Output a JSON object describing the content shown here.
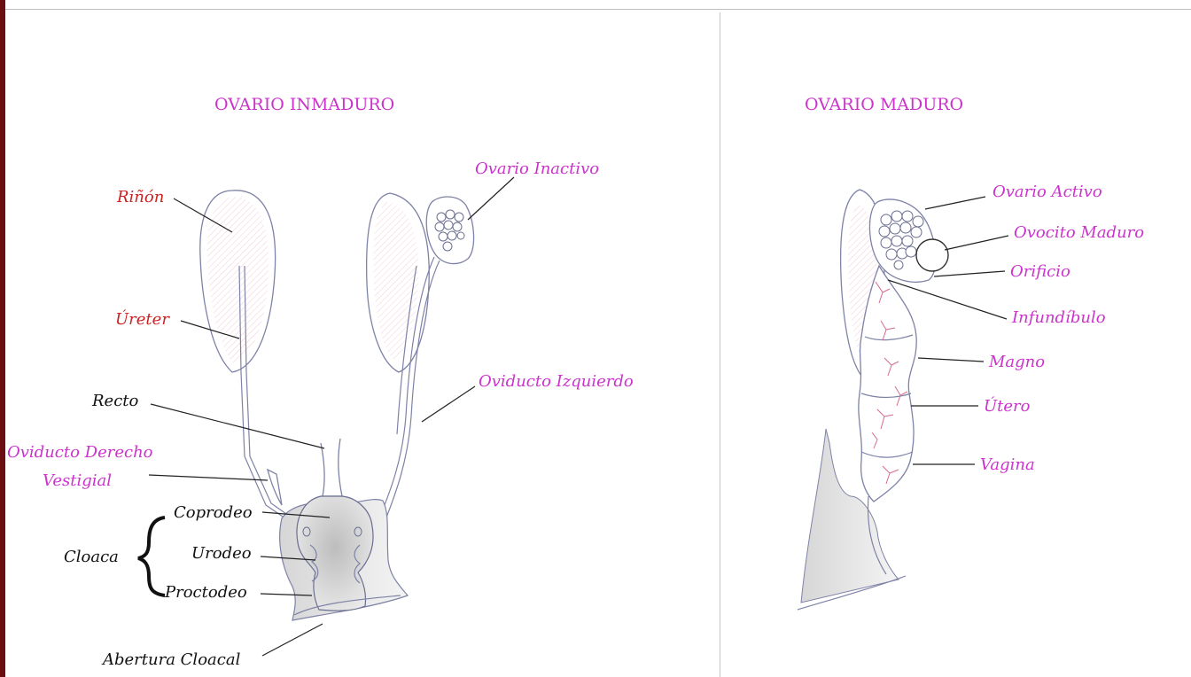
{
  "colors": {
    "title": "#cc33cc",
    "magenta_label": "#cc33cc",
    "red_label": "#cc2222",
    "black_label": "#111111",
    "border": "#6b0f12"
  },
  "left_panel": {
    "title": "OVARIO INMADURO",
    "labels": {
      "rinon": "Riñón",
      "ureter": "Úreter",
      "recto": "Recto",
      "oviducto_derecho_1": "Oviducto Derecho",
      "oviducto_derecho_2": "Vestigial",
      "cloaca": "Cloaca",
      "coprodeo": "Coprodeo",
      "urodeo": "Urodeo",
      "proctodeo": "Proctodeo",
      "abertura_cloacal": "Abertura Cloacal",
      "ovario_inactivo": "Ovario Inactivo",
      "oviducto_izquierdo": "Oviducto Izquierdo"
    }
  },
  "right_panel": {
    "title": "OVARIO MADURO",
    "labels": {
      "ovario_activo": "Ovario Activo",
      "ovocito_maduro": "Ovocito Maduro",
      "orificio": "Orificio",
      "infundibulo": "Infundíbulo",
      "magno": "Magno",
      "utero": "Útero",
      "vagina": "Vagina"
    }
  }
}
